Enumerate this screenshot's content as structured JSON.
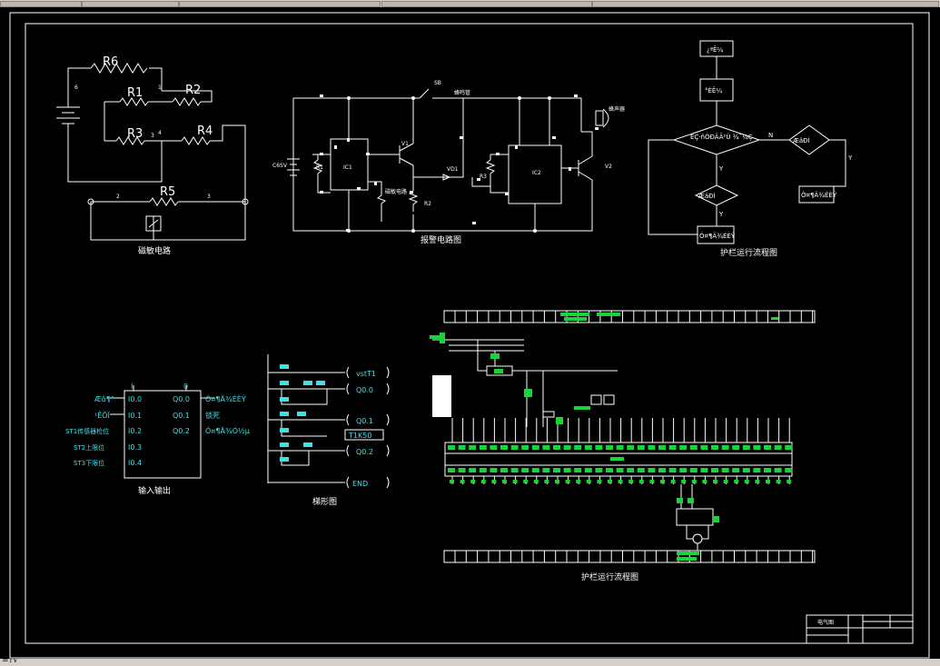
{
  "window": {
    "status_text": "=?√"
  },
  "magnet_circuit": {
    "caption": "磁敏电路",
    "resistors": [
      "R6",
      "R1",
      "R2",
      "R3",
      "R4",
      "R5"
    ],
    "nodes": [
      "6",
      "1",
      "3",
      "4",
      "2",
      "3"
    ]
  },
  "alarm_circuit": {
    "caption": "报警电路图",
    "labels": {
      "switch": "SB",
      "buzzer_top": "蜂鸣管",
      "buzzer_right": "蜂声器",
      "voltage": "C6SV",
      "ic1": "IC1",
      "ic2": "IC2",
      "v1": "V1",
      "v2": "V2",
      "vd1": "VD1",
      "r1": "R1",
      "r2": "R2",
      "r3": "R3",
      "sensor": "磁敏电路"
    }
  },
  "flowchart": {
    "caption": "护栏运行流程图",
    "boxes": [
      "¿ªÊ¼",
      "°ÉÊ¼",
      "ÈÇ·ñÓÐÄÃ²Ù ¾¯¼Ç",
      "ÆäÐÍ",
      "Ò¤¶Ä¾ÉÈÝ",
      "Ó¤¶Ä¾ÉÈÝ"
    ],
    "edges": {
      "n": "N",
      "y1": "Y",
      "y2": "Y",
      "y3": "Y"
    }
  },
  "io_table": {
    "caption": "输入输出",
    "header_in": "I",
    "header_out": "0",
    "inputs": [
      {
        "label": "Æô¶¯",
        "addr": "I0.0"
      },
      {
        "label": "¹ÊÕÏ",
        "addr": "I0.1"
      },
      {
        "label": "ST1传感器检位",
        "addr": "I0.2"
      },
      {
        "label": "ST2上限位",
        "addr": "I0.3"
      },
      {
        "label": "ST3下限位",
        "addr": "I0.4"
      }
    ],
    "outputs": [
      {
        "addr": "Q0.0",
        "label": "Ò¤¶Ä¾ÉÈÝ"
      },
      {
        "addr": "Q0.1",
        "label": "锁死"
      },
      {
        "addr": "Q0.2",
        "label": "Ó¤¶Ä¾Ó½µ"
      }
    ]
  },
  "ladder": {
    "caption": "梯形图",
    "coils": [
      "vstT1",
      "Q0.0",
      "Q0.1",
      "T1K50",
      "Q0.2",
      "END"
    ]
  },
  "wiring": {
    "caption": "护栏运行流程图"
  },
  "title_block": {
    "label": "电气图"
  }
}
